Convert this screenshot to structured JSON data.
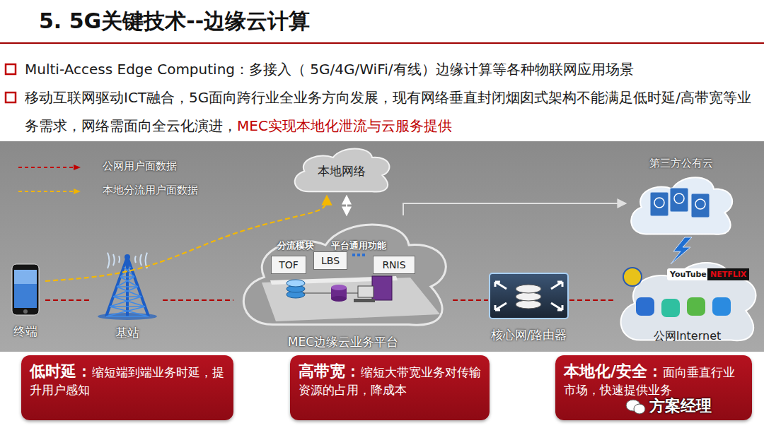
{
  "diagram": {
    "title": "5. 5G关键技术--边缘云计算",
    "nodes": [
      {
        "text": [
          "终端"
        ]
      },
      {
        "text": [
          "基站"
        ]
      },
      {
        "text": [
          "本地网络"
        ]
      },
      {
        "text": [
          "分流模块",
          "平台通用功能",
          "MEC边缘云业务平台"
        ]
      },
      {
        "text": [
          "TOF"
        ],
        "in": 3
      },
      {
        "text": [
          "LBS"
        ],
        "in": 3
      },
      {
        "text": [
          "RNIS"
        ],
        "in": 3
      },
      {
        "text": [
          "核心网/路由器"
        ]
      },
      {
        "text": [
          "第三方公有云"
        ]
      },
      {
        "text": [
          "公网Internet"
        ]
      },
      {
        "text": [
          "低时延：",
          "缩短端到端业务时延，提升用户感知"
        ]
      },
      {
        "text": [
          "高带宽：",
          "缩短大带宽业务对传输资源的占用，降成本"
        ]
      },
      {
        "text": [
          "本地化/安全：",
          "面向垂直行业市场，快速提供业务"
        ]
      }
    ],
    "edges": [
      {
        "from": 0,
        "to": 1,
        "arrow": "none"
      },
      {
        "from": 1,
        "to": 3,
        "arrow": "none"
      },
      {
        "from": 3,
        "to": 7,
        "arrow": "none"
      },
      {
        "from": 7,
        "to": 9,
        "arrow": "none"
      },
      {
        "from": 0,
        "to": 2,
        "arrow": "to"
      },
      {
        "from": 3,
        "to": 2,
        "arrow": "both"
      },
      {
        "from": 3,
        "to": 8,
        "arrow": "to"
      }
    ],
    "labels": [
      "Multi-Access Edge Computing：多接入（ 5G/4G/WiFi/有线）边缘计算等各种物联网应用场景",
      "移动互联网驱动ICT融合，5G面向跨行业全业务方向发展，现有网络垂直封闭烟囱式架构不能满足低时延/高带宽等业务需求，网络需面向全云化演进，",
      "MEC实现本地化泄流与云服务提供",
      "YouTube",
      "NETFLIX",
      "方案经理"
    ],
    "legend": [
      {
        "text": "公网用户面数据"
      },
      {
        "text": "本地分流用户面数据"
      }
    ]
  }
}
